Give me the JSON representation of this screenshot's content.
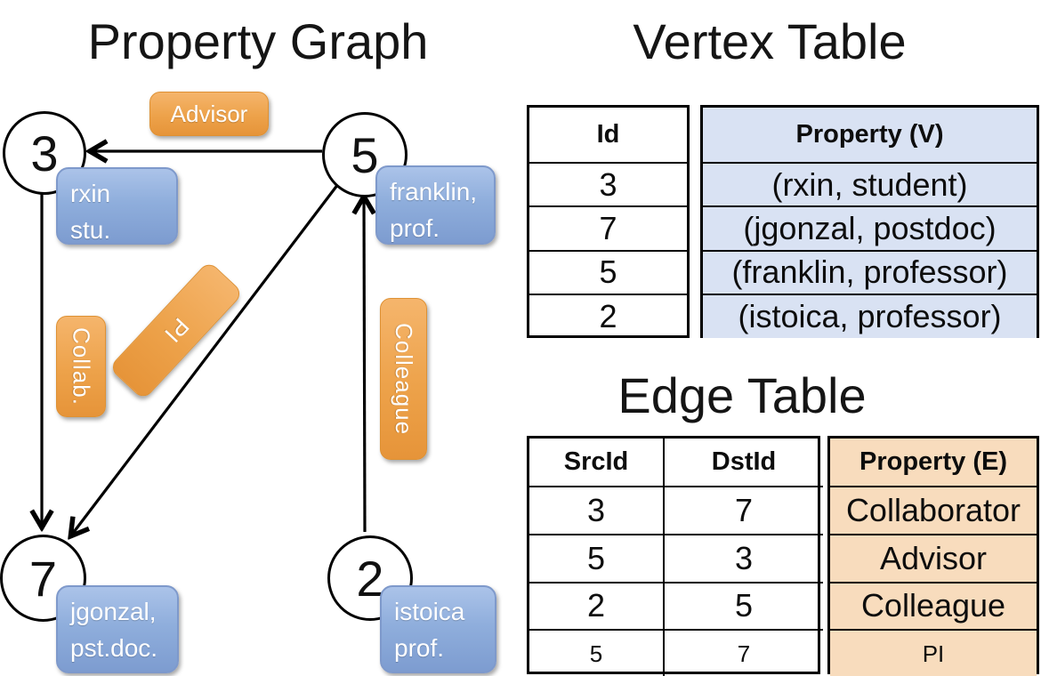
{
  "graph": {
    "title": "Property Graph",
    "nodes": [
      {
        "id": "3",
        "label_line1": "rxin",
        "label_line2": "stu."
      },
      {
        "id": "5",
        "label_line1": "franklin,",
        "label_line2": "prof."
      },
      {
        "id": "7",
        "label_line1": "jgonzal,",
        "label_line2": "pst.doc."
      },
      {
        "id": "2",
        "label_line1": "istoica",
        "label_line2": "prof."
      }
    ],
    "edge_labels": {
      "advisor": "Advisor",
      "collab": "Collab.",
      "pi": "PI",
      "colleague": "Colleague"
    }
  },
  "vertex_table": {
    "title": "Vertex Table",
    "headers": {
      "id": "Id",
      "property": "Property (V)"
    },
    "rows": [
      {
        "id": "3",
        "property": "(rxin, student)"
      },
      {
        "id": "7",
        "property": "(jgonzal, postdoc)"
      },
      {
        "id": "5",
        "property": "(franklin, professor)"
      },
      {
        "id": "2",
        "property": "(istoica, professor)"
      }
    ]
  },
  "edge_table": {
    "title": "Edge Table",
    "headers": {
      "src": "SrcId",
      "dst": "DstId",
      "property": "Property (E)"
    },
    "rows": [
      {
        "src": "3",
        "dst": "7",
        "property": "Collaborator"
      },
      {
        "src": "5",
        "dst": "3",
        "property": "Advisor"
      },
      {
        "src": "2",
        "dst": "5",
        "property": "Colleague"
      },
      {
        "src": "5",
        "dst": "7",
        "property": "PI"
      }
    ]
  },
  "colors": {
    "edge_label_orange": "#EFA54C",
    "edge_label_border": "#DE9134",
    "vertex_box_blue": "#8FAEDC",
    "vertex_box_border": "#7E99CB",
    "vertex_table_fill": "#D9E2F3",
    "edge_table_fill": "#F8DCBD",
    "line_color": "#000000",
    "text_on_boxes": "#FFFFFF"
  }
}
